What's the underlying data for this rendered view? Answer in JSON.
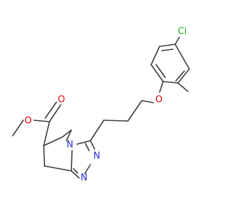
{
  "colors": {
    "background": "#ffffff",
    "bond": "#3c3c3c",
    "oxygen": "#e00000",
    "nitrogen": "#2a2ad8",
    "chlorine": "#1fae1f"
  },
  "atoms": {
    "chlorine": "Cl",
    "ether_oxygen": "O",
    "carbonyl_oxygen": "O",
    "ester_oxygen": "O",
    "ring_nitrogen_fused": "N",
    "ring_nitrogen_upper": "N",
    "ring_nitrogen_lower": "N"
  }
}
